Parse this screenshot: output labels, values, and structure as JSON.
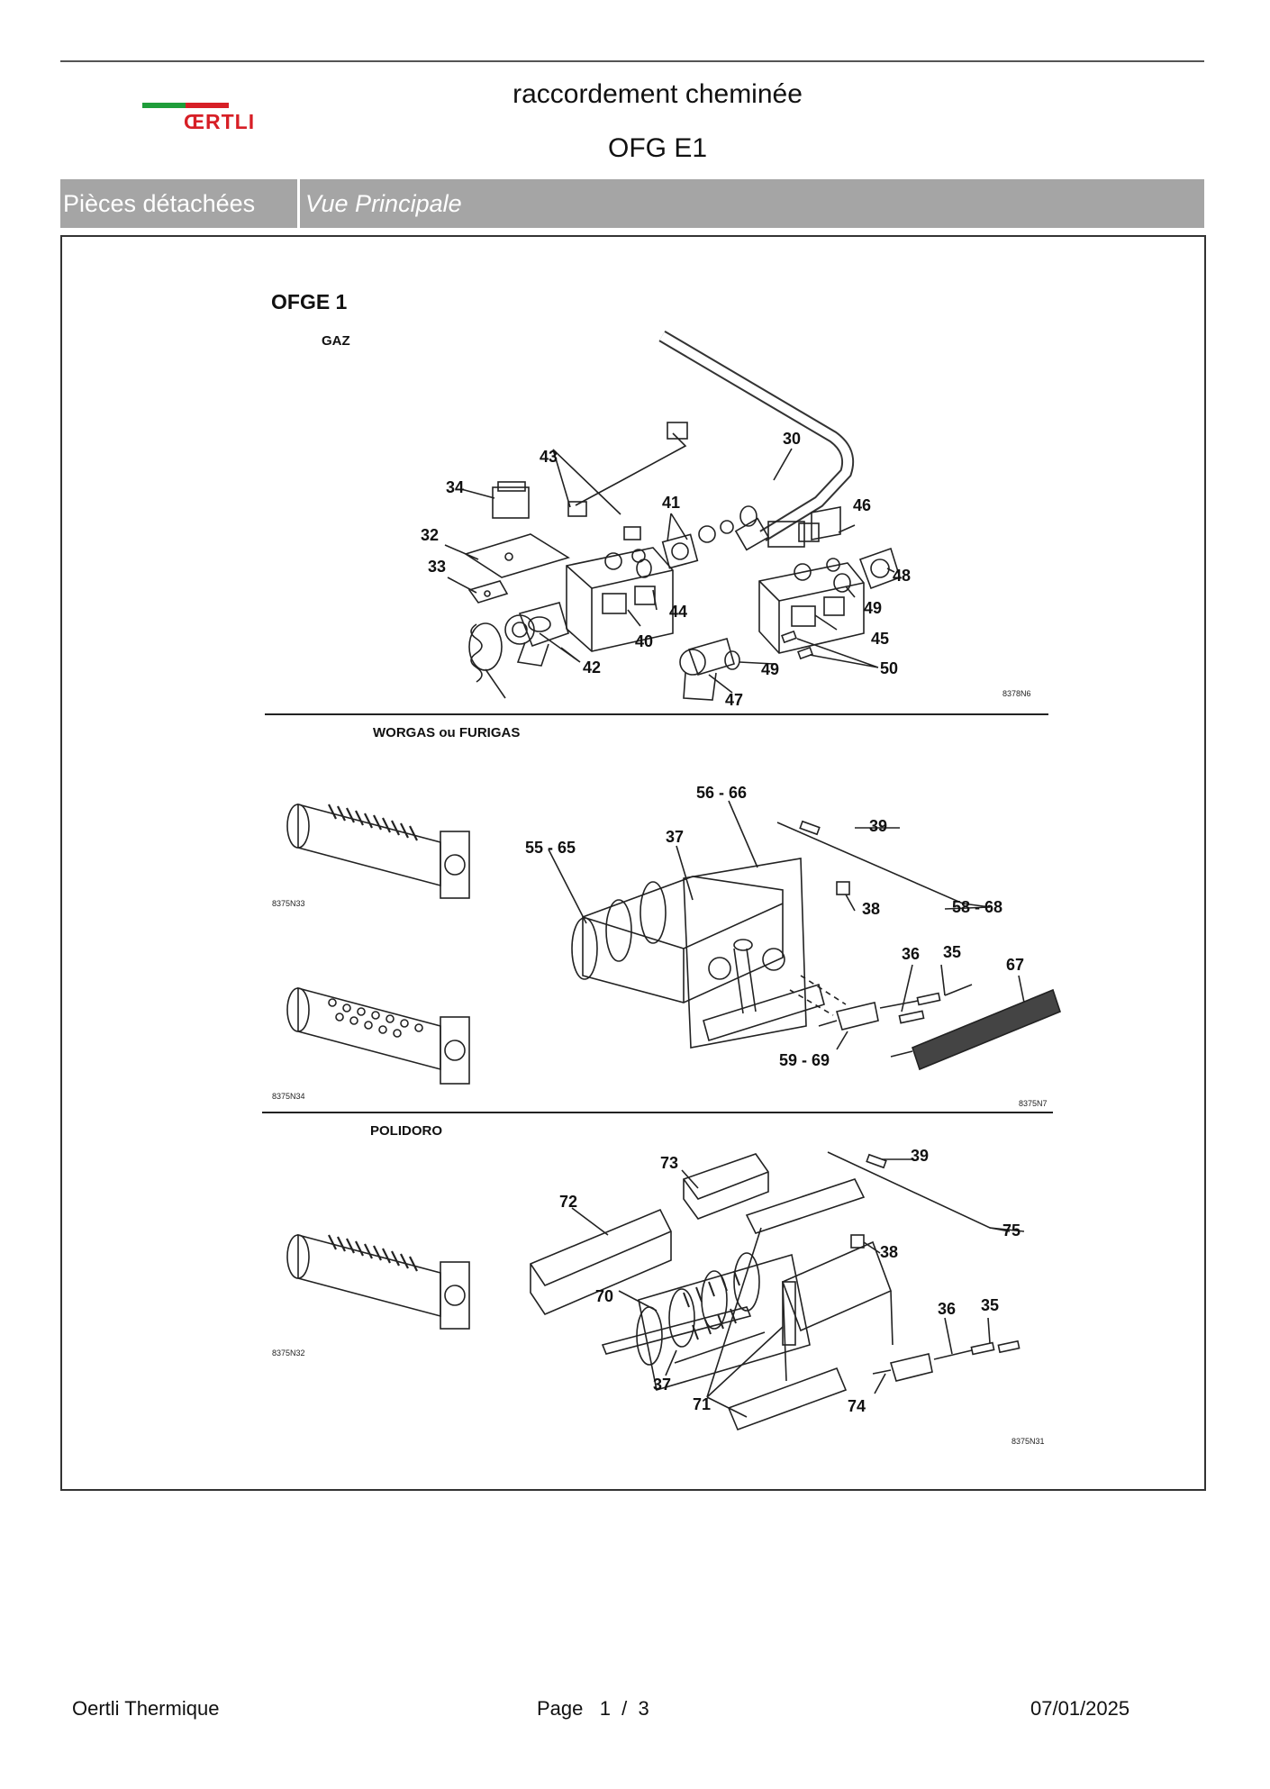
{
  "header": {
    "logo_text": "ŒRTLI",
    "title": "raccordement cheminée",
    "subtitle": "OFG E1"
  },
  "band": {
    "left_label": "Pièces détachées",
    "right_label": "Vue Principale"
  },
  "drawing": {
    "title": "OFGE 1",
    "sections": [
      {
        "heading": "GAZ",
        "ref": "8378N6",
        "labels": [
          "30",
          "43",
          "34",
          "41",
          "46",
          "32",
          "33",
          "48",
          "44",
          "49",
          "40",
          "45",
          "42",
          "49",
          "50",
          "47"
        ]
      },
      {
        "heading": "WORGAS ou FURIGAS",
        "ref": "8375N7",
        "left_refs": [
          "8375N33",
          "8375N34"
        ],
        "labels": [
          "56 - 66",
          "39",
          "37",
          "55 - 65",
          "38",
          "58 - 68",
          "36",
          "35",
          "67",
          "59 - 69"
        ]
      },
      {
        "heading": "POLIDORO",
        "ref": "8375N31",
        "left_refs": [
          "8375N32"
        ],
        "labels": [
          "73",
          "39",
          "72",
          "75",
          "38",
          "70",
          "36",
          "35",
          "37",
          "71",
          "74"
        ]
      }
    ]
  },
  "footer": {
    "company": "Oertli Thermique",
    "page": "Page   1  /  3",
    "date": "07/01/2025"
  }
}
